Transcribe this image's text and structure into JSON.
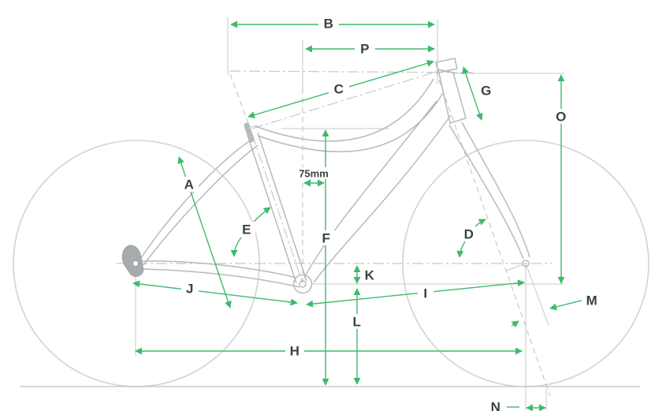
{
  "diagram": {
    "type": "bicycle-frame-geometry-diagram",
    "colors": {
      "dimension_green": "#3fb96d",
      "frame_gray": "#b6babd",
      "wheel_gray": "#d0d3d5",
      "label_text": "#3c4043"
    },
    "labels": {
      "A": "A",
      "B": "B",
      "C": "C",
      "D": "D",
      "E": "E",
      "F": "F",
      "G": "G",
      "H": "H",
      "I": "I",
      "J": "J",
      "K": "K",
      "L": "L",
      "M": "M",
      "N": "N",
      "O": "O",
      "P": "P",
      "offset_note": "75mm"
    }
  }
}
